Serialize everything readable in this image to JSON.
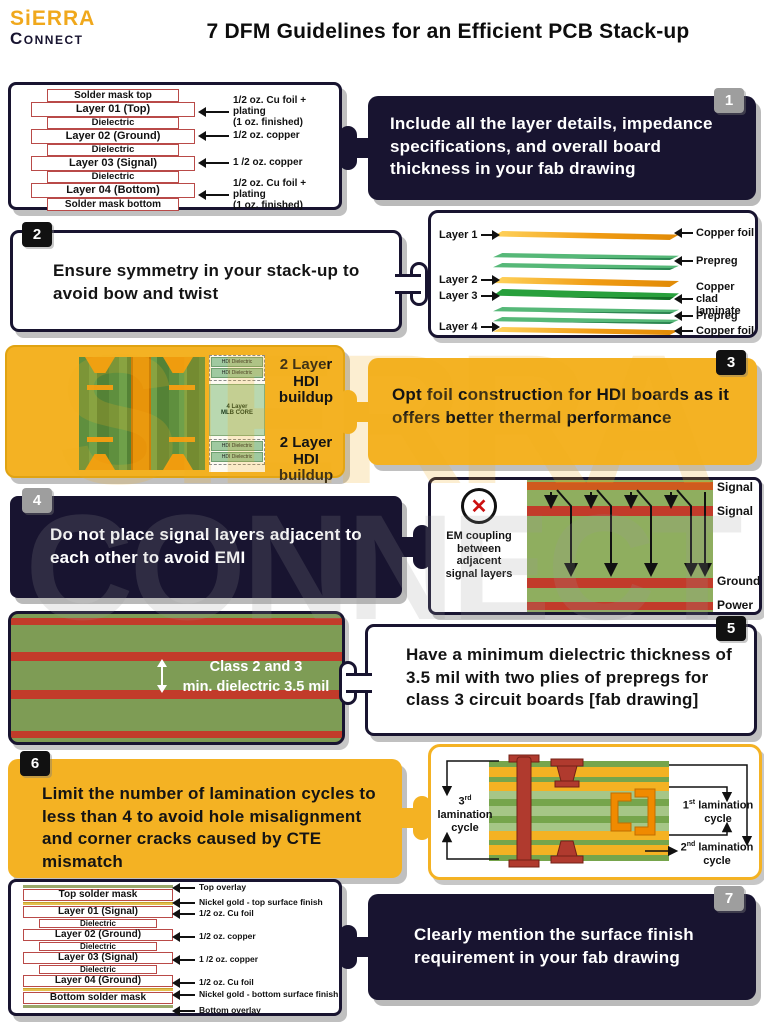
{
  "header": {
    "logo_top": "SiERRA",
    "logo_bottom": "Connect",
    "title": "7 DFM Guidelines for an Efficient PCB Stack-up"
  },
  "watermark": {
    "top": "SIERRA",
    "bottom": "CONNECT"
  },
  "badges": [
    "1",
    "2",
    "3",
    "4",
    "5",
    "6",
    "7"
  ],
  "guidelines": {
    "g1": "Include all the layer details, impedance specifications, and overall board thickness in your fab drawing",
    "g2": "Ensure symmetry in your stack-up to avoid bow and twist",
    "g3": "Opt foil construction for HDI boards as it offers better thermal performance",
    "g4": "Do not place signal layers adjacent to each other to avoid EMI",
    "g5": "Have a minimum dielectric thickness of 3.5 mil with two plies of prepregs for class 3 circuit boards [fab drawing]",
    "g6": "Limit the number of lamination cycles to less than 4 to avoid hole misalignment and corner cracks caused by CTE mismatch",
    "g7": "Clearly mention the surface finish requirement in your fab drawing"
  },
  "stackup1": {
    "rows": [
      "Solder mask top",
      "Layer 01 (Top)",
      "Dielectric",
      "Layer 02 (Ground)",
      "Dielectric",
      "Layer 03 (Signal)",
      "Dielectric",
      "Layer 04 (Bottom)",
      "Solder mask bottom"
    ],
    "ann1": "1/2 oz. Cu foil + plating\n(1 oz. finished)",
    "ann2": "1/2 oz. copper",
    "ann3": "1 /2 oz. copper",
    "ann4": "1/2 oz. Cu foil + plating\n(1 oz. finished)"
  },
  "symmetry": {
    "layer1": "Layer 1",
    "layer2": "Layer 2",
    "layer3": "Layer 3",
    "layer4": "Layer 4",
    "copper_top": "Copper foil",
    "prepreg_top": "Prepreg",
    "laminate": "Copper clad\nlaminate",
    "prepreg_bottom": "Prepreg",
    "copper_bottom": "Copper foil"
  },
  "hdi": {
    "dielectric": "HDI Dielectric",
    "core": "4 Layer\nMLB CORE",
    "buildup_top": "2 Layer HDI\nbuildup",
    "buildup_bottom": "2 Layer HDI\nbuildup"
  },
  "emi": {
    "note": "EM coupling\nbetween\nadjacent\nsignal layers",
    "labels": [
      "Signal",
      "Signal",
      "Ground",
      "Power"
    ]
  },
  "dielectric_note": "Class 2 and 3\nmin. dielectric 3.5 mil",
  "lamination": {
    "c3": {
      "num": "3",
      "sup": "rd",
      "rest": " lamination\ncycle"
    },
    "c1": {
      "num": "1",
      "sup": "st",
      "rest": " lamination\ncycle"
    },
    "c2": {
      "num": "2",
      "sup": "nd",
      "rest": " lamination\ncycle"
    }
  },
  "stackup7": {
    "rows": [
      "Top solder mask",
      "Layer 01 (Signal)",
      "Dielectric",
      "Layer 02 (Ground)",
      "Dielectric",
      "Layer 03 (Signal)",
      "Dielectric",
      "Layer 04 (Ground)",
      "Bottom solder mask"
    ],
    "anns": [
      "Top overlay",
      "Nickel gold - top surface finish",
      "1/2 oz. Cu foil",
      "1/2 oz. copper",
      "1 /2 oz. copper",
      "1/2 oz. Cu foil",
      "Nickel gold - bottom surface finish",
      "Bottom overlay"
    ]
  },
  "colors": {
    "navy": "#181430",
    "yellow": "#f4b223",
    "badge_gray": "#9e9e9e",
    "badge_black": "#111111",
    "board_green": "#7e9c55",
    "stripe_red": "#c23b2a",
    "copper": "#f09b13",
    "prepreg": "#56b878",
    "laminate": "#28a03c"
  }
}
